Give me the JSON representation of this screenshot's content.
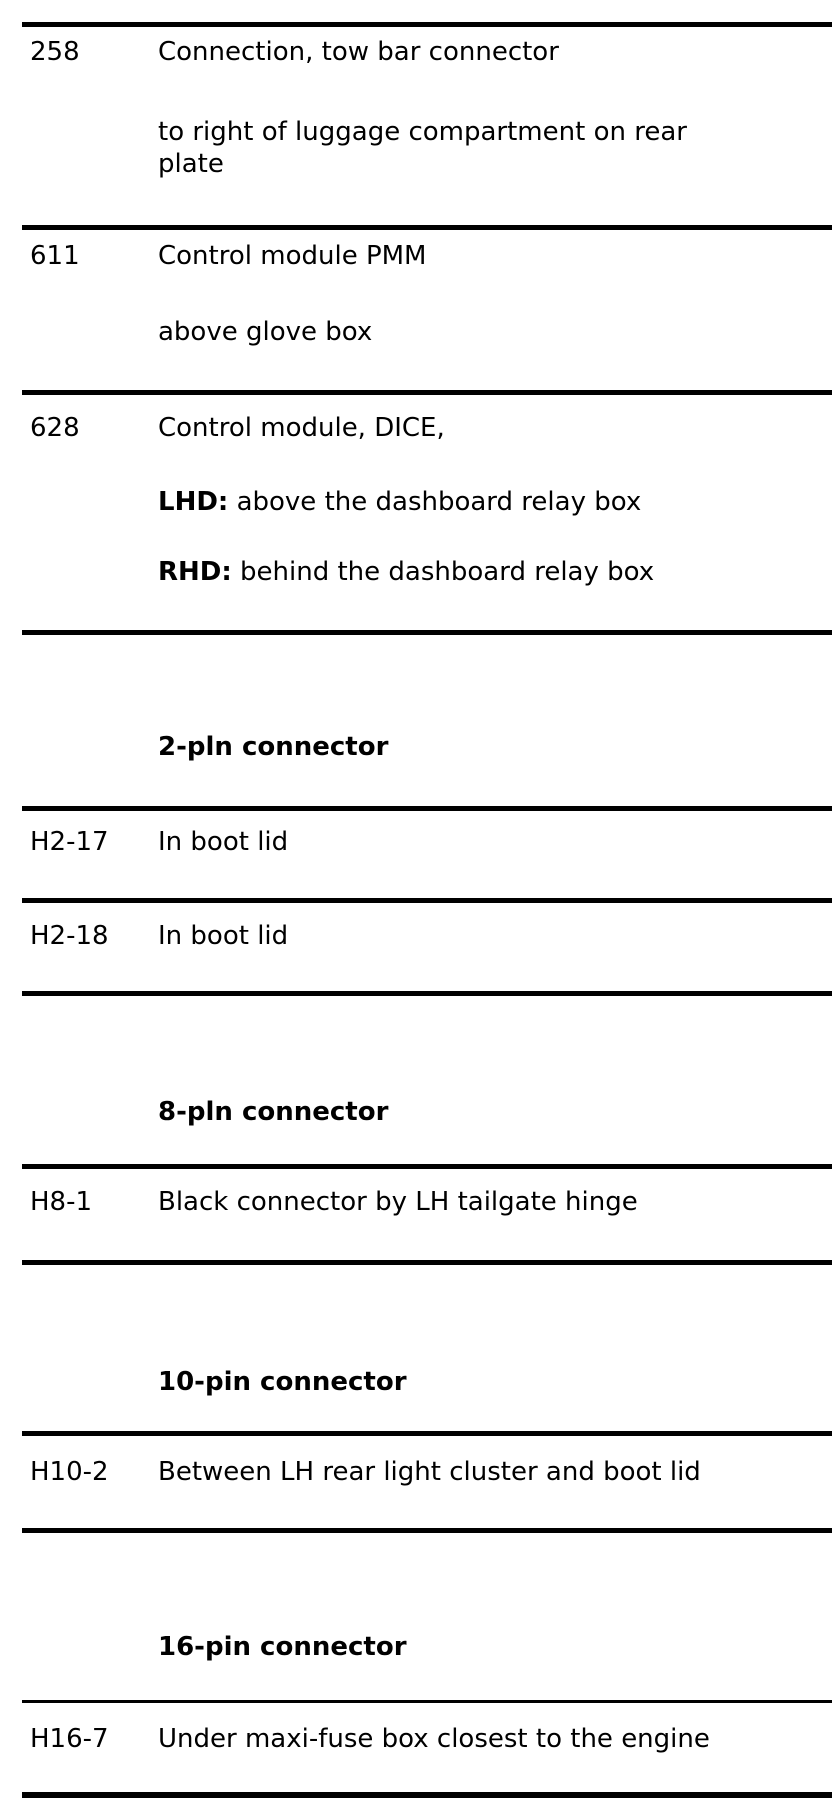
{
  "colors": {
    "background": "#ffffff",
    "text": "#000000",
    "rule": "#000000"
  },
  "components": [
    {
      "code": "258",
      "title": "Connection, tow bar connector",
      "location": "to right of luggage compartment on rear plate"
    },
    {
      "code": "611",
      "title": "Control module PMM",
      "location": "above glove box"
    },
    {
      "code": "628",
      "title": "Control module, DICE,",
      "lhd": {
        "label": "LHD:",
        "text": " above the dashboard relay box"
      },
      "rhd": {
        "label": "RHD:",
        "text": " behind the dashboard relay box"
      }
    }
  ],
  "connector_sections": [
    {
      "heading": "2-pln connector",
      "rows": [
        {
          "code": "H2-17",
          "location": "In boot lid"
        },
        {
          "code": "H2-18",
          "location": "In boot lid"
        }
      ]
    },
    {
      "heading": "8-pln connector",
      "rows": [
        {
          "code": "H8-1",
          "location": "Black connector by LH tailgate hinge"
        }
      ]
    },
    {
      "heading": "10-pin connector",
      "rows": [
        {
          "code": "H10-2",
          "location": "Between LH rear light cluster and boot lid"
        }
      ]
    },
    {
      "heading": "16-pin connector",
      "rows": [
        {
          "code": "H16-7",
          "location": "Under maxi-fuse box closest to the engine"
        }
      ]
    }
  ]
}
